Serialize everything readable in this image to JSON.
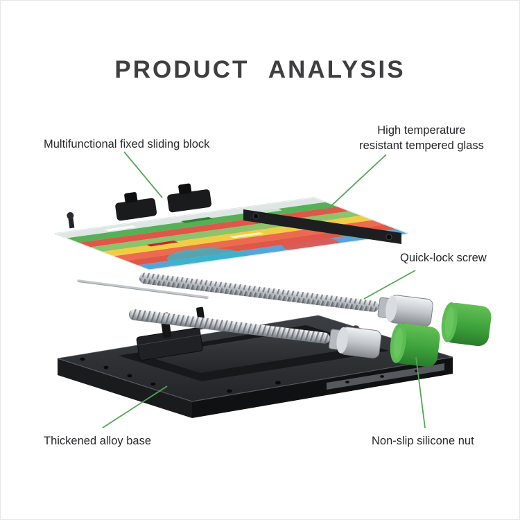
{
  "title": "PRODUCT ANALYSIS",
  "labels": {
    "sliding_block": "Multifunctional fixed sliding block",
    "tempered_glass_line1": "High temperature",
    "tempered_glass_line2": "resistant tempered glass",
    "quick_lock_screw": "Quick-lock screw",
    "alloy_base": "Thickened alloy base",
    "silicone_nut": "Non-slip silicone nut"
  },
  "colors": {
    "leader_line": "#53a653",
    "title_text": "#3f3f41",
    "label_text": "#26262a",
    "silicone_nut_green": "#3da23c",
    "base_black": "#232528",
    "glass_tint": "#eef4f8"
  }
}
